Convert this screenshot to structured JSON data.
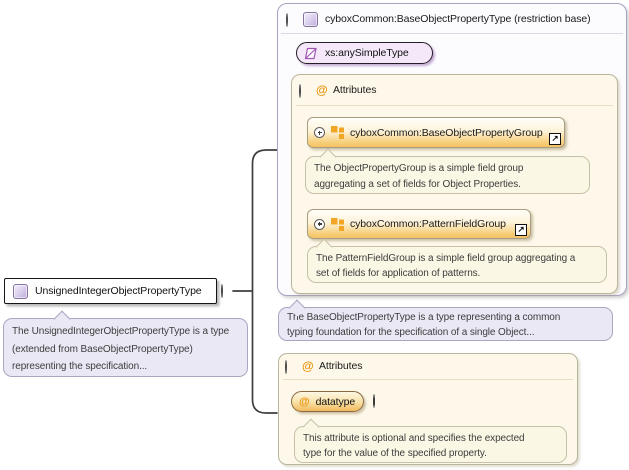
{
  "diagram": {
    "main": {
      "label": "UnsignedIntegerObjectPropertyType",
      "tooltip": [
        "The UnsignedIntegerObjectPropertyType is a type",
        "(extended from BaseObjectPropertyType)",
        "representing the specification..."
      ]
    },
    "base": {
      "title": "cyboxCommon:BaseObjectPropertyType (restriction base)",
      "simple_type": "xs:anySimpleType",
      "attributes_title": "Attributes",
      "groups": [
        {
          "label": "cyboxCommon:BaseObjectPropertyGroup",
          "tooltip": [
            "The ObjectPropertyGroup is a simple field group",
            "aggregating a set of fields for Object Properties."
          ]
        },
        {
          "label": "cyboxCommon:PatternFieldGroup",
          "tooltip": [
            "The PatternFieldGroup is a simple field group aggregating a",
            "set of fields for application of patterns."
          ]
        }
      ],
      "tooltip": [
        "The BaseObjectPropertyType is a type representing a common",
        "typing foundation for the specification of a single Object..."
      ]
    },
    "attributes": {
      "title": "Attributes",
      "attribute_label": "datatype",
      "tooltip": [
        "This attribute is optional and specifies the expected",
        "type for the value of the specified property."
      ]
    }
  },
  "colors": {
    "connector": "#3e3e3e",
    "at_orange": "#e8950f",
    "grid_icon_orange": "#f1a626",
    "group_gradient_bottom": "#f5c264",
    "cream_fill": "#fdf8e9",
    "lavender_fill": "#eae8f4",
    "purple_icon_border": "#84739f"
  }
}
